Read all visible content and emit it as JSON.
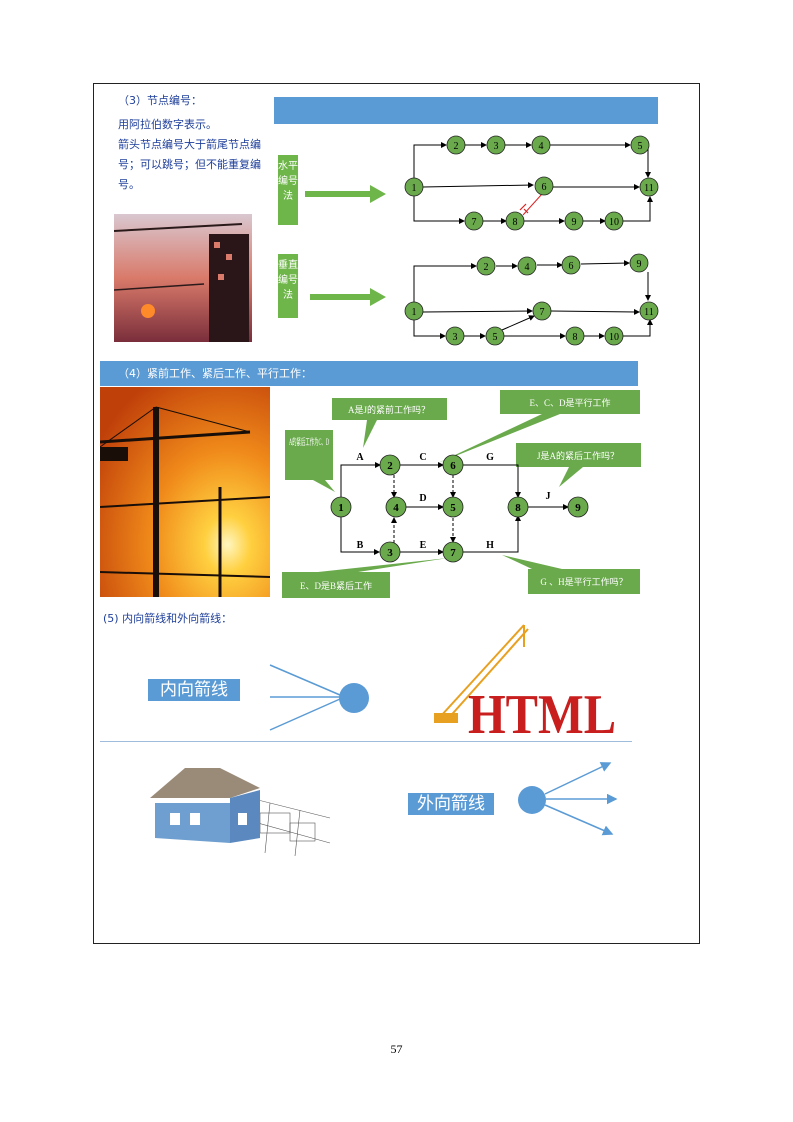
{
  "section3": {
    "title": "（3）节点编号：",
    "lines": [
      "用阿拉伯数字表示。",
      "箭头节点编号大于箭尾节点编号；可以跳号；但不能重复编号。"
    ],
    "horizontal_label": "水平编号法",
    "vertical_label": "垂直编号法",
    "horizontal_nodes": [
      "1",
      "2",
      "3",
      "4",
      "5",
      "6",
      "7",
      "8",
      "9",
      "10",
      "11"
    ],
    "vertical_nodes": [
      "1",
      "2",
      "3",
      "4",
      "5",
      "6",
      "7",
      "8",
      "9",
      "10",
      "11"
    ]
  },
  "section4": {
    "title": "（4）紧前工作、紧后工作、平行工作：",
    "nodes": [
      "1",
      "2",
      "3",
      "4",
      "5",
      "6",
      "7",
      "8",
      "9"
    ],
    "activities": [
      "A",
      "B",
      "C",
      "D",
      "E",
      "G",
      "H",
      "J"
    ],
    "callouts": {
      "a_pre": "A的紧后工作为C、D",
      "a_is_pre": "A是J的紧前工作吗？",
      "ecd": "E、C、D是平行工作",
      "j_after": "J是A的紧后工作吗？",
      "ed_b": "E、D是B紧后工作",
      "gh": "G 、H是平行工作吗？"
    },
    "colors": {
      "node": "#6aaa4c",
      "callout": "#6aaa4c"
    }
  },
  "section5": {
    "title": "(5) 内向箭线和外向箭线：",
    "inward": "内向箭线",
    "outward": "外向箭线",
    "html_logo": "HTML"
  },
  "page_number": "57"
}
